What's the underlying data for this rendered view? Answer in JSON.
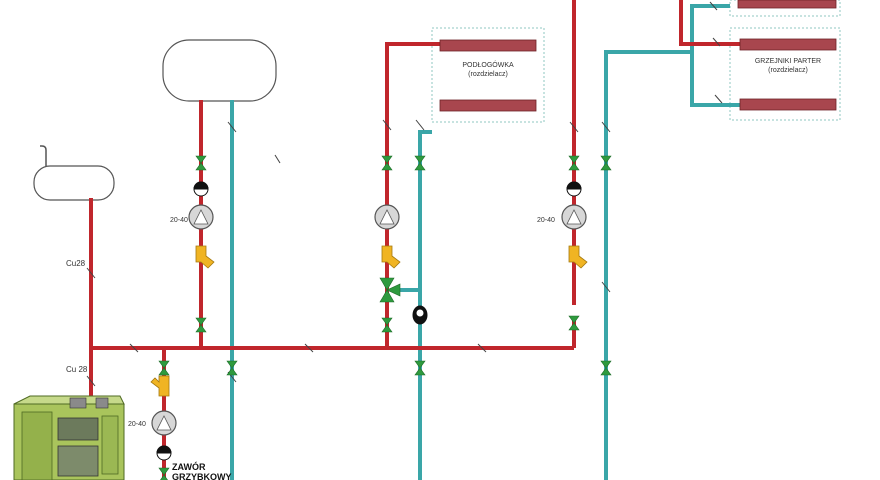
{
  "colors": {
    "supply": "#c0262c",
    "return": "#3aa6a8",
    "valve": "#2e9a3e",
    "filter": "#f0b423",
    "radiator": "#a8464e",
    "boiler": "#a9c45c",
    "tank": "#ffffff"
  },
  "manifolds": {
    "floor": {
      "title": "PODŁOGÓWKA",
      "subtitle": "(rozdzielacz)"
    },
    "ground": {
      "title": "GRZEJNIKI PARTER",
      "subtitle": "(rozdzielacz)"
    }
  },
  "labels": {
    "pipe_cu28_upper": "Cu28",
    "pipe_cu28_lower": "Cu 28",
    "pump_boiler": "20-40",
    "pump_tank": "20-40",
    "pump_ground": "20-40",
    "valve_line1": "ZAWÓR",
    "valve_line2": "GRZYBKOWY"
  },
  "icons": {
    "pump": "circle-pump-icon",
    "ball_valve": "bowtie-valve-icon",
    "filter": "y-strainer-icon",
    "gauge": "gauge-icon",
    "three_way": "three-way-valve-icon"
  }
}
